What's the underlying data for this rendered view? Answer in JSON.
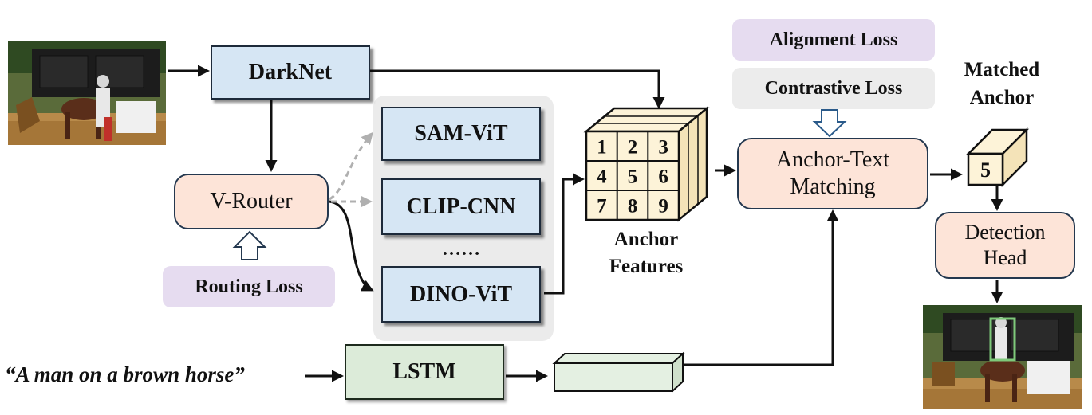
{
  "nodes": {
    "darknet": "DarkNet",
    "vrouter": "V-Router",
    "sam_vit": "SAM-ViT",
    "clip_cnn": "CLIP-CNN",
    "ellipsis": "……",
    "dino_vit": "DINO-ViT",
    "lstm": "LSTM",
    "anchor_text_matching_line1": "Anchor-Text",
    "anchor_text_matching_line2": "Matching",
    "detection_head_line1": "Detection",
    "detection_head_line2": "Head"
  },
  "losses": {
    "routing": "Routing Loss",
    "alignment": "Alignment Loss",
    "contrastive": "Contrastive Loss"
  },
  "labels": {
    "anchor_features_line1": "Anchor",
    "anchor_features_line2": "Features",
    "matched_anchor_line1": "Matched",
    "matched_anchor_line2": "Anchor",
    "query": "“A man on a brown horse”",
    "matched_index": "5"
  },
  "anchor_grid": [
    "1",
    "2",
    "3",
    "4",
    "5",
    "6",
    "7",
    "8",
    "9"
  ],
  "colors": {
    "encoder_fill": "#d6e6f4",
    "module_fill": "#fde4d8",
    "lstm_fill": "#dcebd9",
    "loss_lavender": "#e6dcf0",
    "loss_grey": "#ececec",
    "anchor_cube": "#fdf3d8",
    "dashed_arrow": "#b0b0b0",
    "detection_box": "#7ec97a"
  }
}
